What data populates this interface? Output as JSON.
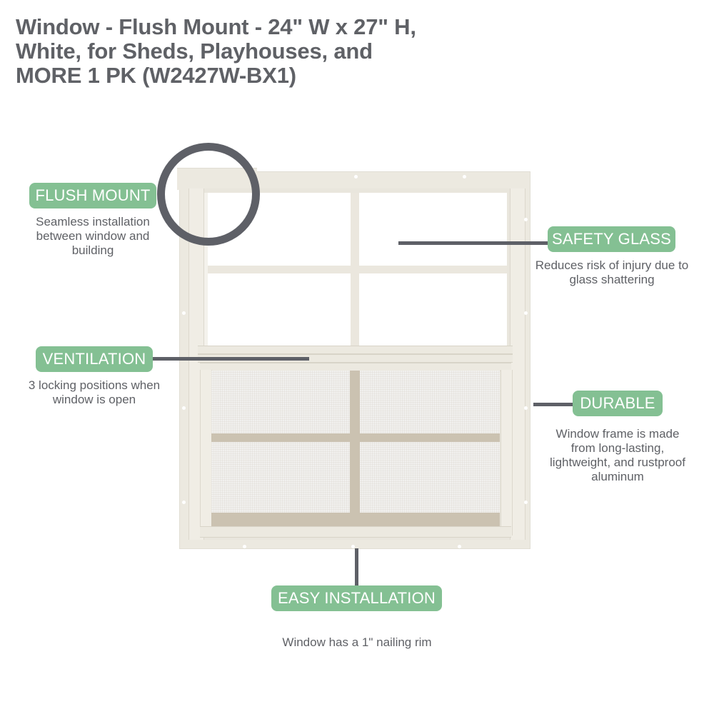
{
  "product": {
    "title_lines": [
      "Window - Flush Mount - 24\" W x 27\" H,",
      "White, for Sheds, Playhouses, and",
      "MORE 1 PK (W2427W-BX1)"
    ]
  },
  "features": [
    {
      "label": "FLUSH MOUNT",
      "description_lines": [
        "Seamless installation",
        "between window and",
        "building"
      ]
    },
    {
      "label": "SAFETY GLASS",
      "description_lines": [
        "Reduces risk of injury due to",
        "glass shattering"
      ]
    },
    {
      "label": "VENTILATION",
      "description_lines": [
        "3 locking positions when",
        "window is open"
      ]
    },
    {
      "label": "DURABLE",
      "description_lines": [
        "Window frame is made",
        "from long-lasting,",
        "lightweight, and rustproof",
        "aluminum"
      ]
    },
    {
      "label": "EASY INSTALLATION",
      "description_lines": [
        "Window has a 1\" nailing rim"
      ]
    }
  ],
  "colors": {
    "badge_green": "#84c093",
    "text_grey": "#5f6166",
    "callout_line": "#5e6067",
    "frame_white": "#ece9e0",
    "screen_tan": "#cbc2b1"
  },
  "image": {
    "subject": "white aluminum flush mount single-hung window with screen"
  }
}
